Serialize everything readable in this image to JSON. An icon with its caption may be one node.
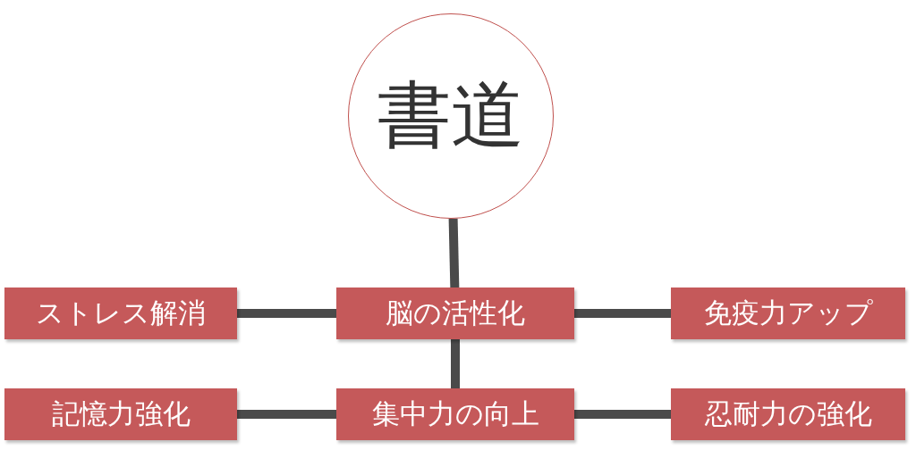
{
  "diagram": {
    "nodes": [
      {
        "text": [
          "書道"
        ]
      },
      {
        "text": [
          "ストレス解消"
        ]
      },
      {
        "text": [
          "脳の活性化"
        ]
      },
      {
        "text": [
          "免疫力アップ"
        ]
      },
      {
        "text": [
          "記憶力強化"
        ]
      },
      {
        "text": [
          "集中力の向上"
        ]
      },
      {
        "text": [
          "忍耐力の強化"
        ]
      }
    ],
    "edges": [
      {
        "from": 0,
        "to": 2,
        "arrow": "none"
      },
      {
        "from": 1,
        "to": 2,
        "arrow": "none"
      },
      {
        "from": 2,
        "to": 3,
        "arrow": "none"
      },
      {
        "from": 2,
        "to": 5,
        "arrow": "none"
      },
      {
        "from": 4,
        "to": 5,
        "arrow": "none"
      },
      {
        "from": 5,
        "to": 6,
        "arrow": "none"
      }
    ]
  }
}
